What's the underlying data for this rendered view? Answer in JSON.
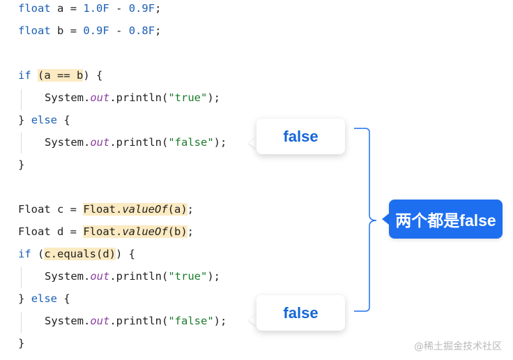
{
  "code": {
    "decl_a": {
      "type": "float",
      "name": "a",
      "eq": "=",
      "v1": "1.0F",
      "op": "-",
      "v2": "0.9F",
      "end": ";"
    },
    "decl_b": {
      "type": "float",
      "name": "b",
      "eq": "=",
      "v1": "0.9F",
      "op": "-",
      "v2": "0.8F",
      "end": ";"
    },
    "if1": {
      "kw": "if",
      "open": "(",
      "cond": "a == b",
      "close": ") {"
    },
    "print_true": {
      "obj": "System.",
      "field": "out",
      "call": ".println(",
      "arg": "\"true\"",
      "end": ");"
    },
    "else_line": {
      "close": "}",
      "kw": "else",
      "open": "{"
    },
    "print_false": {
      "obj": "System.",
      "field": "out",
      "call": ".println(",
      "arg": "\"false\"",
      "end": ");"
    },
    "close_brace": "}",
    "decl_c": {
      "prefix": "Float c = ",
      "cls": "Float.",
      "method": "valueOf",
      "arg": "(a)",
      "end": ";"
    },
    "decl_d": {
      "prefix": "Float d = ",
      "cls": "Float.",
      "method": "valueOf",
      "arg": "(b)",
      "end": ";"
    },
    "if2": {
      "kw": "if",
      "open": "(",
      "cond": "c.equals(d)",
      "close": ") {"
    }
  },
  "callouts": {
    "first": "false",
    "second": "false",
    "summary": "两个都是false"
  },
  "watermark": "@稀土掘金技术社区",
  "colors": {
    "keyword": "#1a5fb4",
    "string": "#1b7a2a",
    "field": "#8a3fa0",
    "highlight": "#fbeac2",
    "accent": "#1e6ff0"
  }
}
